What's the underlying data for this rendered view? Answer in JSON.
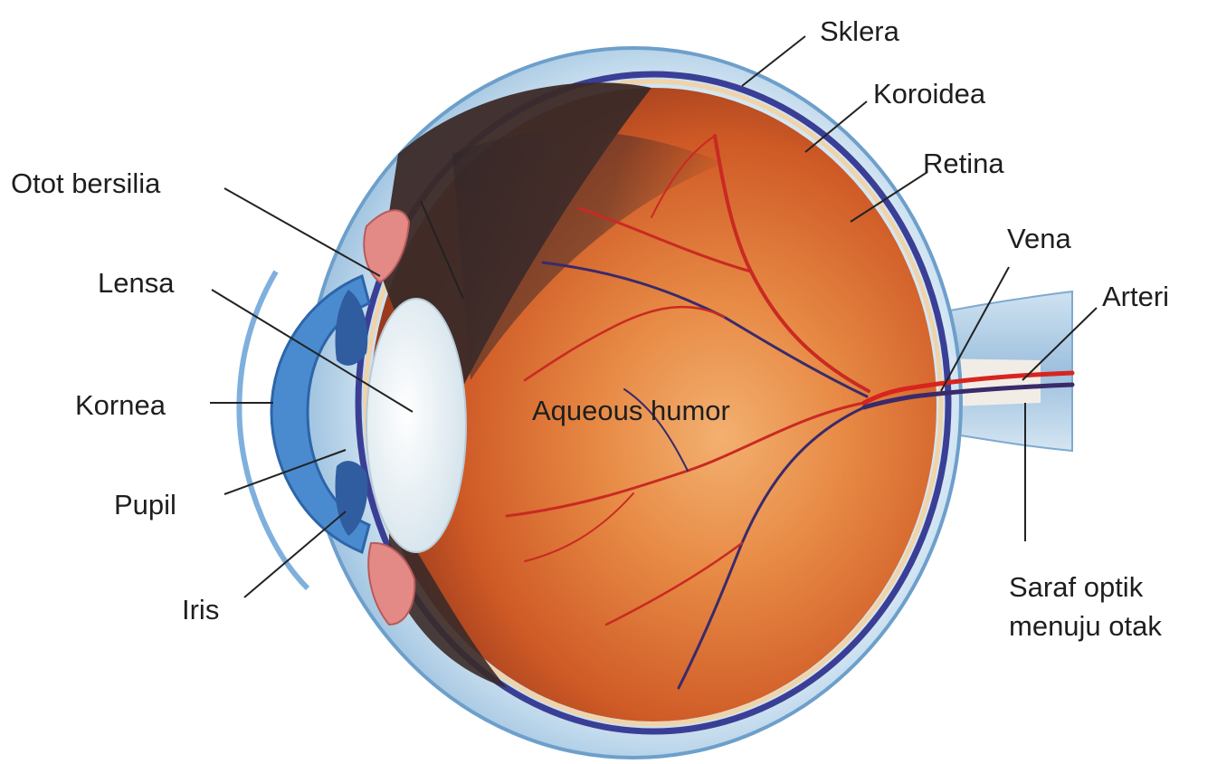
{
  "diagram": {
    "labels": {
      "sklera": "Sklera",
      "koroidea": "Koroidea",
      "retina": "Retina",
      "vena": "Vena",
      "arteri": "Arteri",
      "otot_bersilia": "Otot bersilia",
      "lensa": "Lensa",
      "kornea": "Kornea",
      "pupil": "Pupil",
      "iris": "Iris",
      "aqueous_humor": "Aqueous humor",
      "saraf_optik_line1": "Saraf optik",
      "saraf_optik_line2": "menuju otak"
    },
    "colors": {
      "sclera": "#aacbe4",
      "choroid": "#3a3f95",
      "retina_interior": "#d86a2a",
      "interior_dark": "#3b2a28",
      "cornea": "#3f7fc4",
      "lens": "#f2f6f8",
      "vessel_artery": "#d8241e",
      "vessel_vein": "#3a2a6a",
      "leader_line": "#222222"
    }
  }
}
